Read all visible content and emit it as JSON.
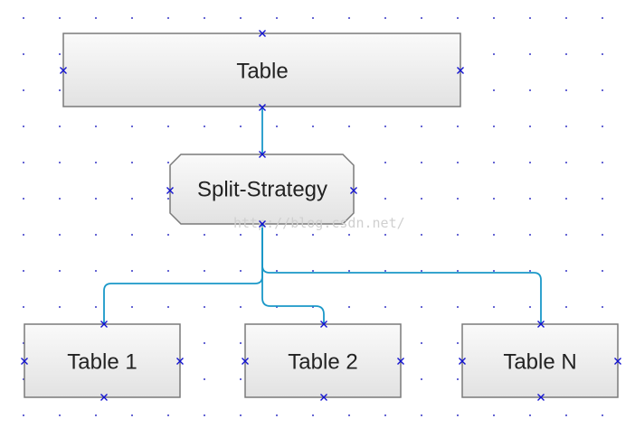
{
  "diagram": {
    "nodes": {
      "table": {
        "label": "Table"
      },
      "split_strategy": {
        "label": "Split-Strategy"
      },
      "table_1": {
        "label": "Table 1"
      },
      "table_2": {
        "label": "Table 2"
      },
      "table_n": {
        "label": "Table N"
      }
    },
    "edges": [
      {
        "from": "table",
        "to": "split_strategy"
      },
      {
        "from": "split_strategy",
        "to": "table_1"
      },
      {
        "from": "split_strategy",
        "to": "table_2"
      },
      {
        "from": "split_strategy",
        "to": "table_n"
      }
    ],
    "watermark": "http://blog.csdn.net/",
    "colors": {
      "connector": "#1a98c8",
      "port_marker": "#1010d0",
      "node_border": "#7a7a7a",
      "node_fill_top": "#fafafa",
      "node_fill_bottom": "#e2e2e2"
    }
  }
}
